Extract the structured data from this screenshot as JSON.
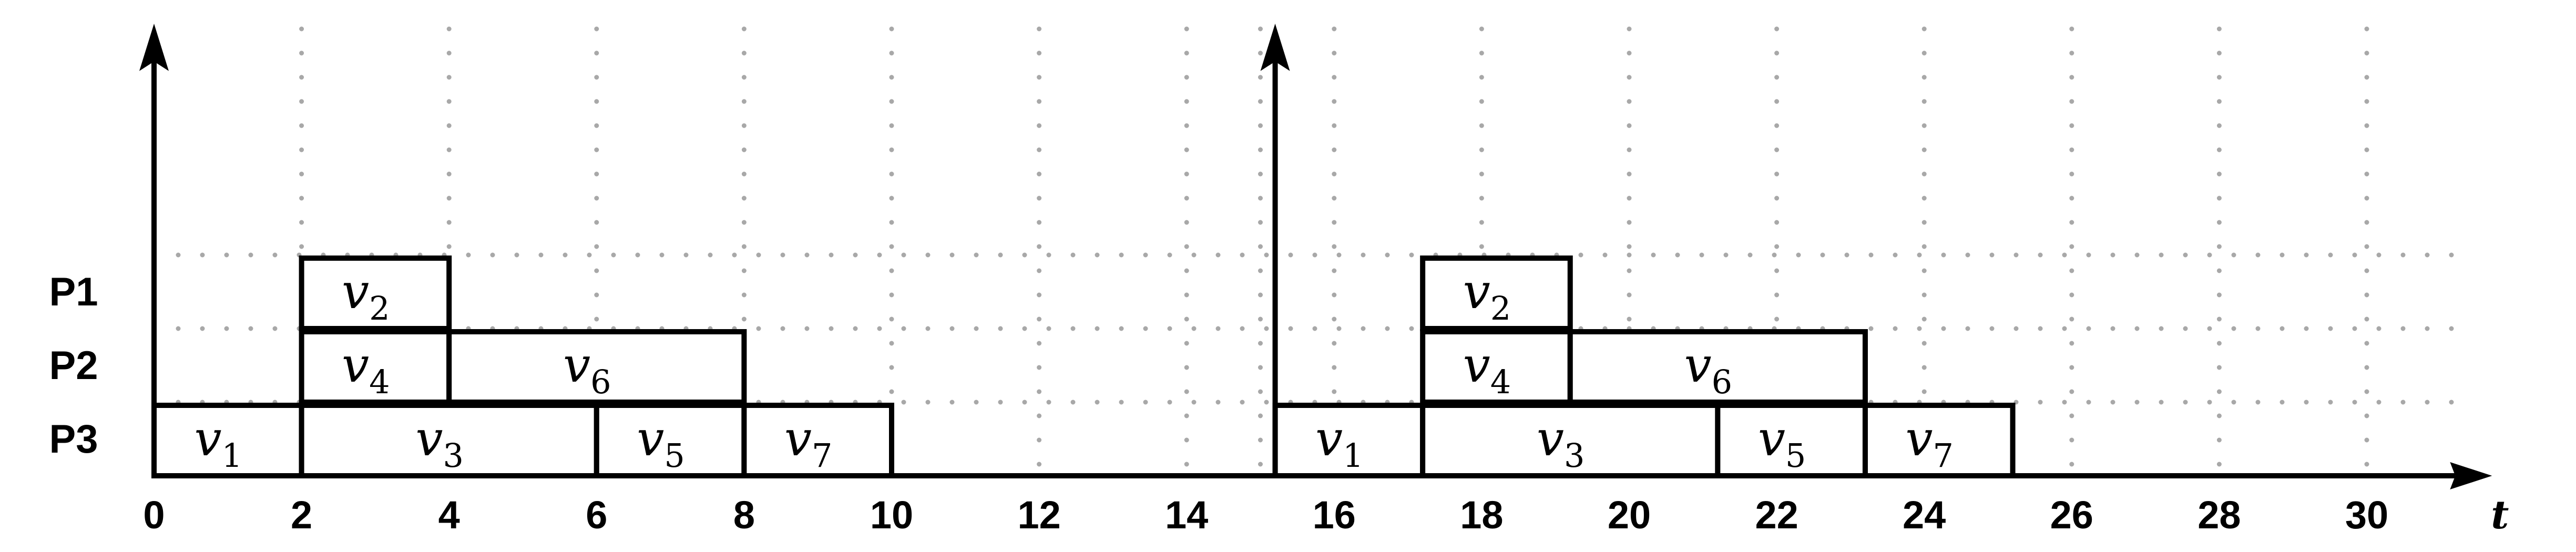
{
  "chart_data": {
    "type": "gantt",
    "x_label": "t",
    "xlim": [
      0,
      31.5
    ],
    "x_ticks": [
      "0",
      "2",
      "4",
      "6",
      "8",
      "10",
      "12",
      "14",
      "16",
      "18",
      "20",
      "22",
      "24",
      "26",
      "28",
      "30"
    ],
    "grid": true,
    "processors": [
      "P1",
      "P2",
      "P3"
    ],
    "period_axes": [
      0,
      15.2
    ],
    "tasks": [
      {
        "name": "v",
        "sub": "2",
        "processor": "P1",
        "start": 2,
        "end": 4
      },
      {
        "name": "v",
        "sub": "4",
        "processor": "P2",
        "start": 2,
        "end": 4
      },
      {
        "name": "v",
        "sub": "6",
        "processor": "P2",
        "start": 4,
        "end": 8
      },
      {
        "name": "v",
        "sub": "1",
        "processor": "P3",
        "start": 0,
        "end": 2
      },
      {
        "name": "v",
        "sub": "3",
        "processor": "P3",
        "start": 2,
        "end": 6
      },
      {
        "name": "v",
        "sub": "5",
        "processor": "P3",
        "start": 6,
        "end": 8
      },
      {
        "name": "v",
        "sub": "7",
        "processor": "P3",
        "start": 8,
        "end": 10
      },
      {
        "name": "v",
        "sub": "2",
        "processor": "P1",
        "start": 17.2,
        "end": 19.2
      },
      {
        "name": "v",
        "sub": "4",
        "processor": "P2",
        "start": 17.2,
        "end": 19.2
      },
      {
        "name": "v",
        "sub": "6",
        "processor": "P2",
        "start": 19.2,
        "end": 23.2
      },
      {
        "name": "v",
        "sub": "1",
        "processor": "P3",
        "start": 15.2,
        "end": 17.2
      },
      {
        "name": "v",
        "sub": "3",
        "processor": "P3",
        "start": 17.2,
        "end": 21.2
      },
      {
        "name": "v",
        "sub": "5",
        "processor": "P3",
        "start": 21.2,
        "end": 23.2
      },
      {
        "name": "v",
        "sub": "7",
        "processor": "P3",
        "start": 23.2,
        "end": 25.2
      }
    ]
  }
}
